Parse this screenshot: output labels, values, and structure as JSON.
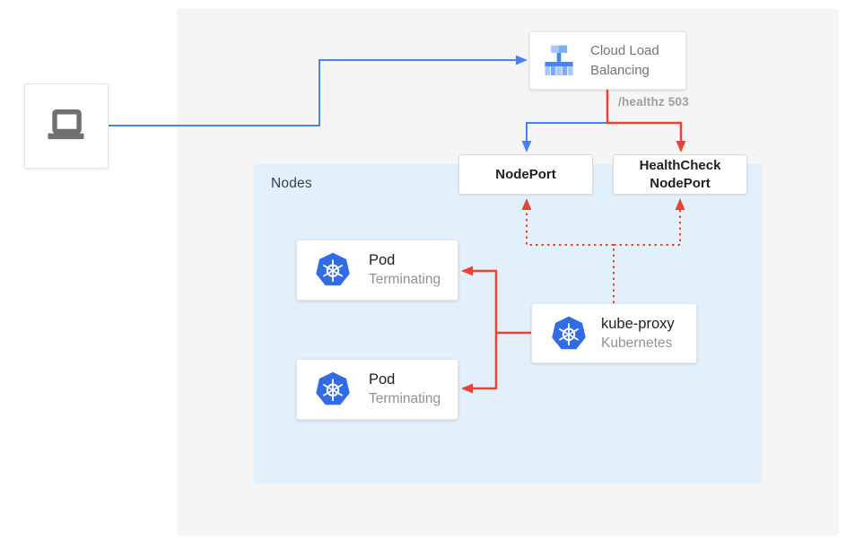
{
  "diagram_type": "kubernetes-load-balancing-architecture",
  "colors": {
    "canvas_bg": "#ffffff",
    "outer_panel_bg": "#f5f5f5",
    "nodes_panel_bg": "#e2f0fc",
    "blue_line": "#4284f3",
    "red_line": "#ea4335",
    "kubernetes_blue": "#326ce5",
    "gcp_icon_blue_dark": "#4285f4",
    "gcp_icon_blue_mid": "#7baaf7",
    "gcp_icon_blue_light": "#a8c7fa",
    "laptop_gray": "#707070",
    "text_primary": "#202124",
    "text_secondary": "#8e9397",
    "text_muted": "#9aa0a6"
  },
  "nodes_container": {
    "label": "Nodes"
  },
  "cards": {
    "client": {
      "icon": "laptop-icon"
    },
    "cloud_load_balancing": {
      "label": "Cloud Load Balancing",
      "icon": "load-balancer-icon"
    },
    "nodeport": {
      "label": "NodePort"
    },
    "healthcheck_nodeport": {
      "label": "HealthCheck NodePort"
    },
    "pod_top": {
      "title": "Pod",
      "status": "Terminating",
      "icon": "kubernetes-icon"
    },
    "pod_bottom": {
      "title": "Pod",
      "status": "Terminating",
      "icon": "kubernetes-icon"
    },
    "kube_proxy": {
      "title": "kube-proxy",
      "subtitle": "Kubernetes",
      "icon": "kubernetes-icon"
    }
  },
  "edges": {
    "healthz_label": "/healthz 503",
    "client_to_clb": "solid-blue-arrow",
    "clb_to_nodeport": "solid-blue-arrow",
    "clb_to_healthcheck_nodeport": "solid-red-arrow",
    "kube_proxy_to_pods": "solid-red-arrows",
    "kube_proxy_to_nodeports": "dotted-red-arrows"
  }
}
